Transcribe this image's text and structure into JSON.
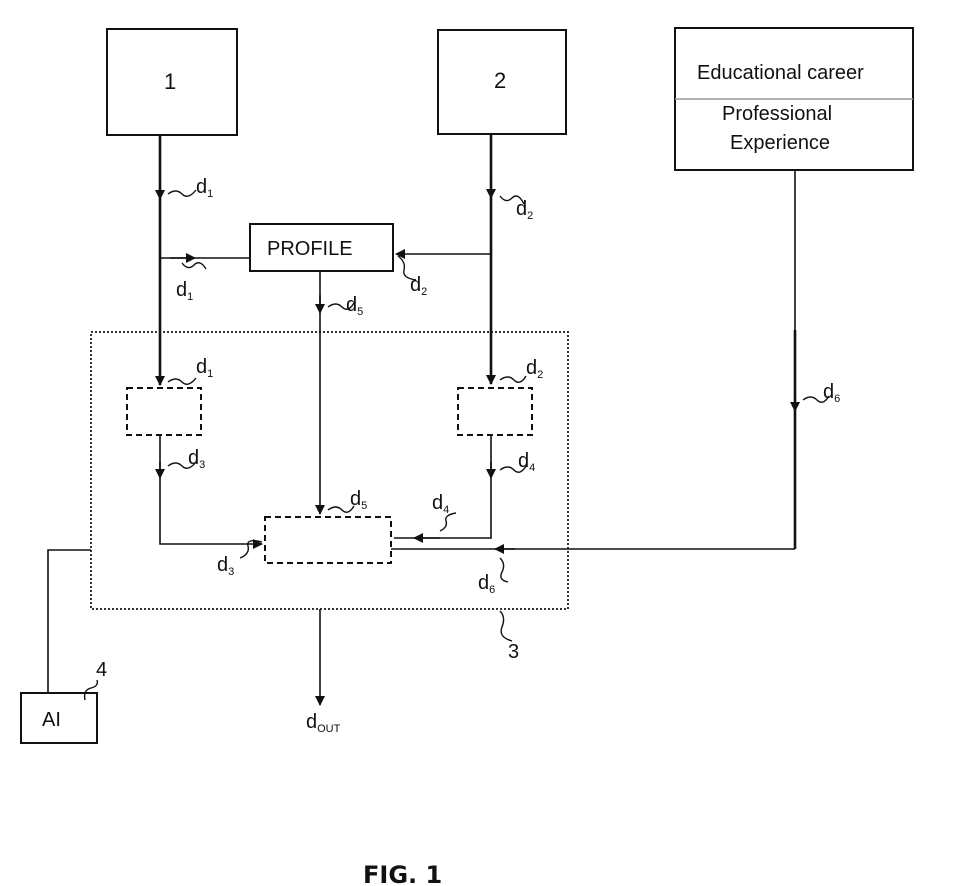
{
  "blocks": {
    "block1": "1",
    "block2": "2",
    "career_top": "Educational career",
    "career_bottom_1": "Professional",
    "career_bottom_2": "Experience",
    "profile": "PROFILE",
    "ai": "AI"
  },
  "refs": {
    "ai_ref": "4",
    "module_ref": "3"
  },
  "signals": {
    "d": "d",
    "s1": "1",
    "s2": "2",
    "s3": "3",
    "s4": "4",
    "s5": "5",
    "s6": "6",
    "out": "OUT"
  },
  "figure_label": "FIG. 1"
}
